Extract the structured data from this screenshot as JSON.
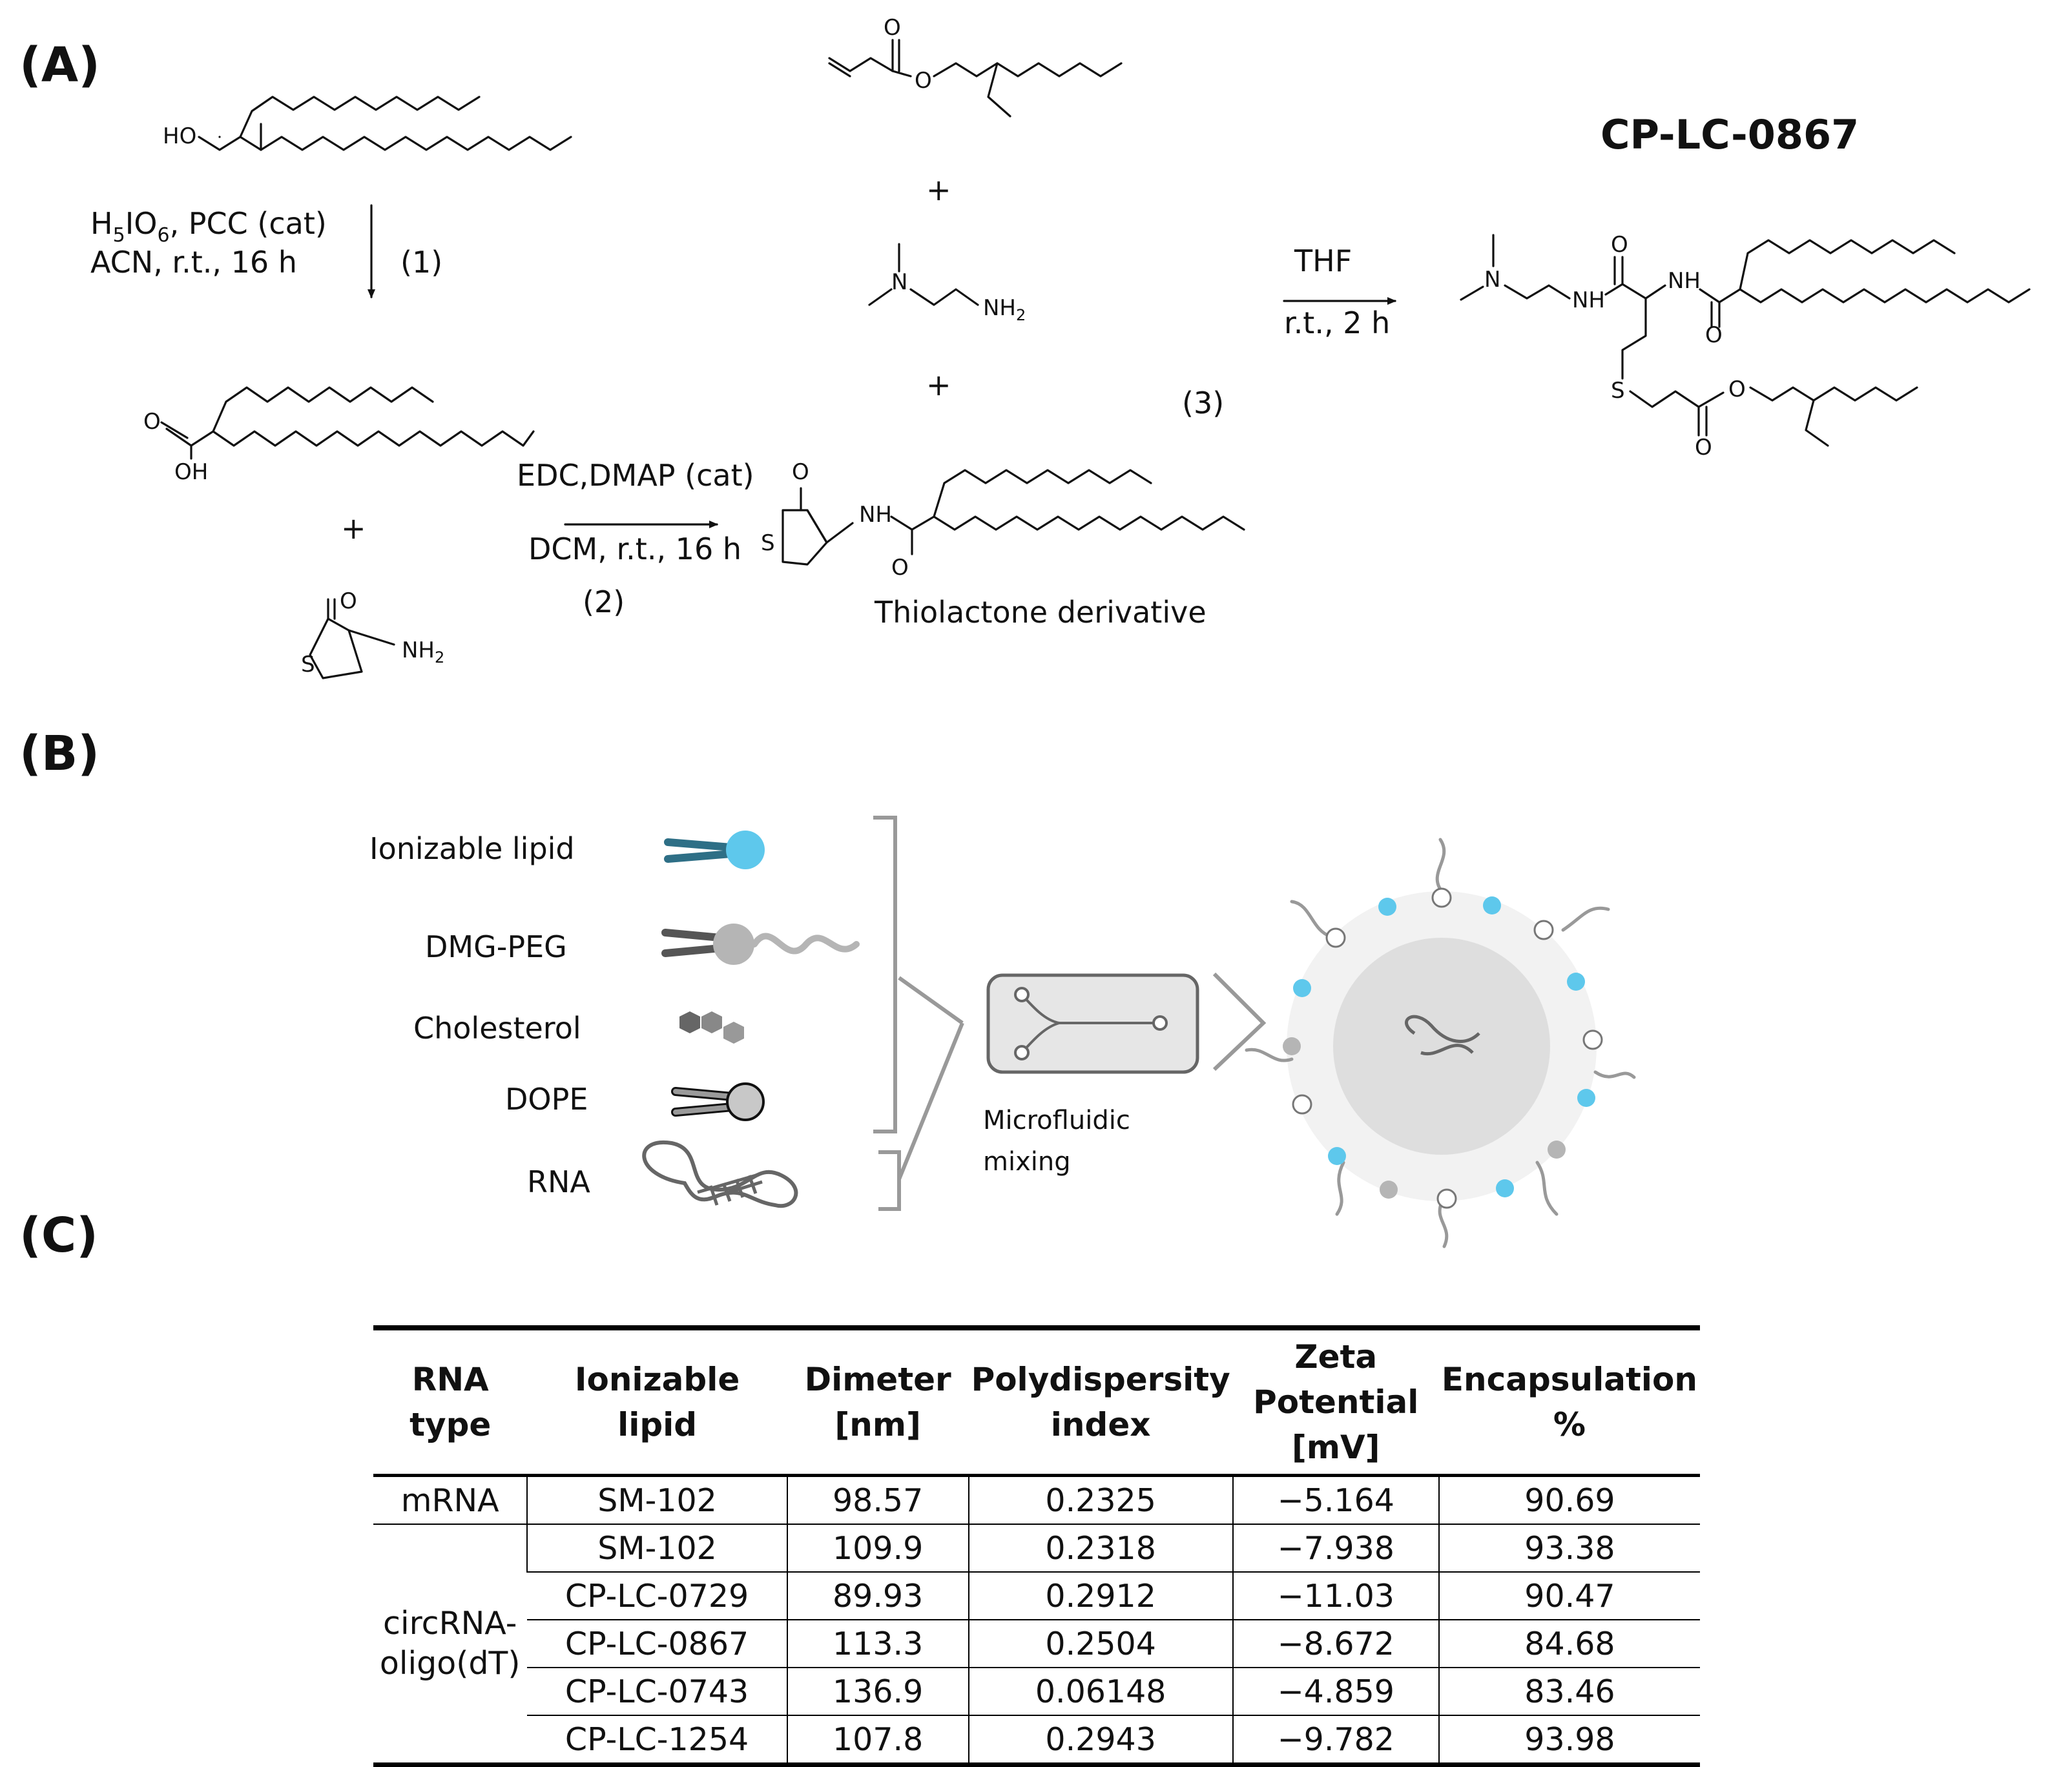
{
  "panels": {
    "a": "(A)",
    "b": "(B)",
    "c": "(C)"
  },
  "scheme": {
    "step1_line1": "H5IO6, PCC (cat)",
    "step1_reagent_a": "H",
    "step1_sub_a": "5",
    "step1_reagent_b": "IO",
    "step1_sub_b": "6",
    "step1_reagent_c": ", PCC (cat)",
    "step1_line2": "ACN, r.t., 16 h",
    "step1_number": "(1)",
    "step2_line1": "EDC,DMAP (cat)",
    "step2_line2": "DCM, r.t., 16 h",
    "step2_number": "(2)",
    "step3_number": "(3)",
    "step3_line1": "THF",
    "step3_line2": "r.t., 2 h",
    "plus": "+",
    "thiolactone_label": "Thiolactone derivative",
    "product_name": "CP-LC-0867",
    "atom_labels": {
      "ho": "HO",
      "o": "O",
      "oh": "OH",
      "s": "S",
      "n": "N",
      "nh": "NH",
      "nh2_base": "NH",
      "nh2_sub": "2"
    }
  },
  "lnp": {
    "components": [
      "Ionizable lipid",
      "DMG-PEG",
      "Cholesterol",
      "DOPE",
      "RNA"
    ],
    "mixing_line1": "Microfluidic",
    "mixing_line2": "mixing",
    "colors": {
      "ionizable_head": "#5ec8ec",
      "ionizable_tail": "#2e6f86",
      "peg_head": "#b5b5b5",
      "dope_head": "#c8c8c8"
    }
  },
  "table": {
    "headers": [
      [
        "RNA",
        "type"
      ],
      [
        "Ionizable",
        "lipid"
      ],
      [
        "Dimeter",
        "[nm]"
      ],
      [
        "Polydispersity",
        "index"
      ],
      [
        "Zeta",
        "Potential",
        "[mV]"
      ],
      [
        "Encapsulation",
        "%"
      ]
    ],
    "group_mrna": "mRNA",
    "group_circ": [
      "circRNA-",
      "oligo(dT)"
    ],
    "rows": [
      [
        "SM-102",
        "98.57",
        "0.2325",
        "−5.164",
        "90.69"
      ],
      [
        "SM-102",
        "109.9",
        "0.2318",
        "−7.938",
        "93.38"
      ],
      [
        "CP-LC-0729",
        "89.93",
        "0.2912",
        "−11.03",
        "90.47"
      ],
      [
        "CP-LC-0867",
        "113.3",
        "0.2504",
        "−8.672",
        "84.68"
      ],
      [
        "CP-LC-0743",
        "136.9",
        "0.06148",
        "−4.859",
        "83.46"
      ],
      [
        "CP-LC-1254",
        "107.8",
        "0.2943",
        "−9.782",
        "93.98"
      ]
    ]
  }
}
